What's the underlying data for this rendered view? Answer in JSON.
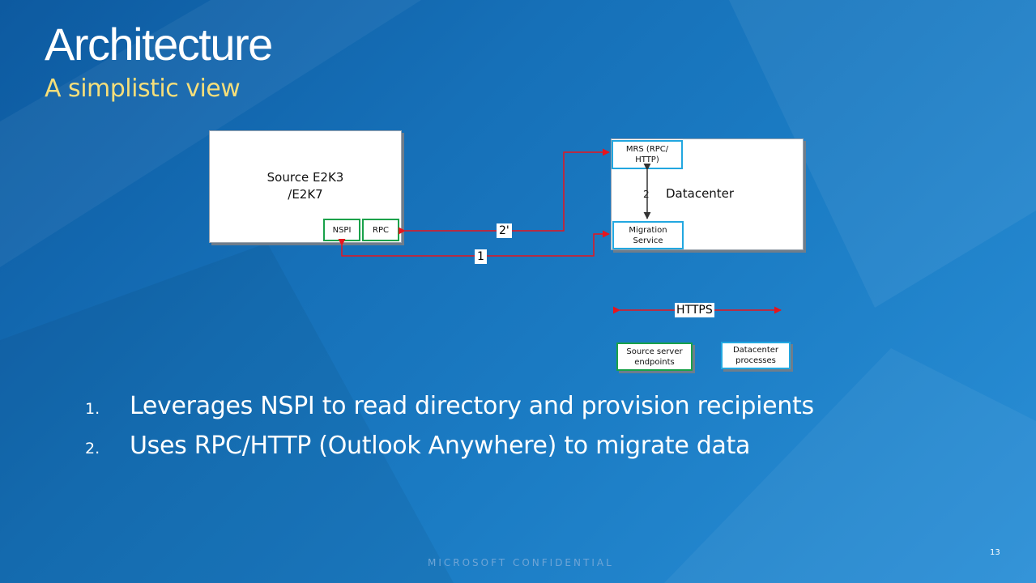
{
  "slide": {
    "title": "Architecture",
    "subtitle": "A simplistic view",
    "footer": "MICROSOFT CONFIDENTIAL",
    "page_number": "13"
  },
  "diagram": {
    "source_label": "Source E2K3\n/E2K7",
    "nspi": "NSPI",
    "rpc": "RPC",
    "datacenter": "Datacenter",
    "mrs": "MRS (RPC/\nHTTP)",
    "migration": "Migration\nService",
    "step_2": "2",
    "connector_1": "1",
    "connector_2p": "2'",
    "https": "HTTPS",
    "legend_source": "Source server\nendpoints",
    "legend_datacenter": "Datacenter\nprocesses"
  },
  "bullets": [
    {
      "num": "1.",
      "text": "Leverages NSPI to read directory and provision recipients"
    },
    {
      "num": "2.",
      "text": "Uses RPC/HTTP (Outlook Anywhere) to migrate data"
    }
  ],
  "colors": {
    "title": "#ffffff",
    "subtitle": "#f5de7a",
    "arrow": "#e8141c",
    "source_border": "#19a14a",
    "datacenter_border": "#22a7e0"
  }
}
